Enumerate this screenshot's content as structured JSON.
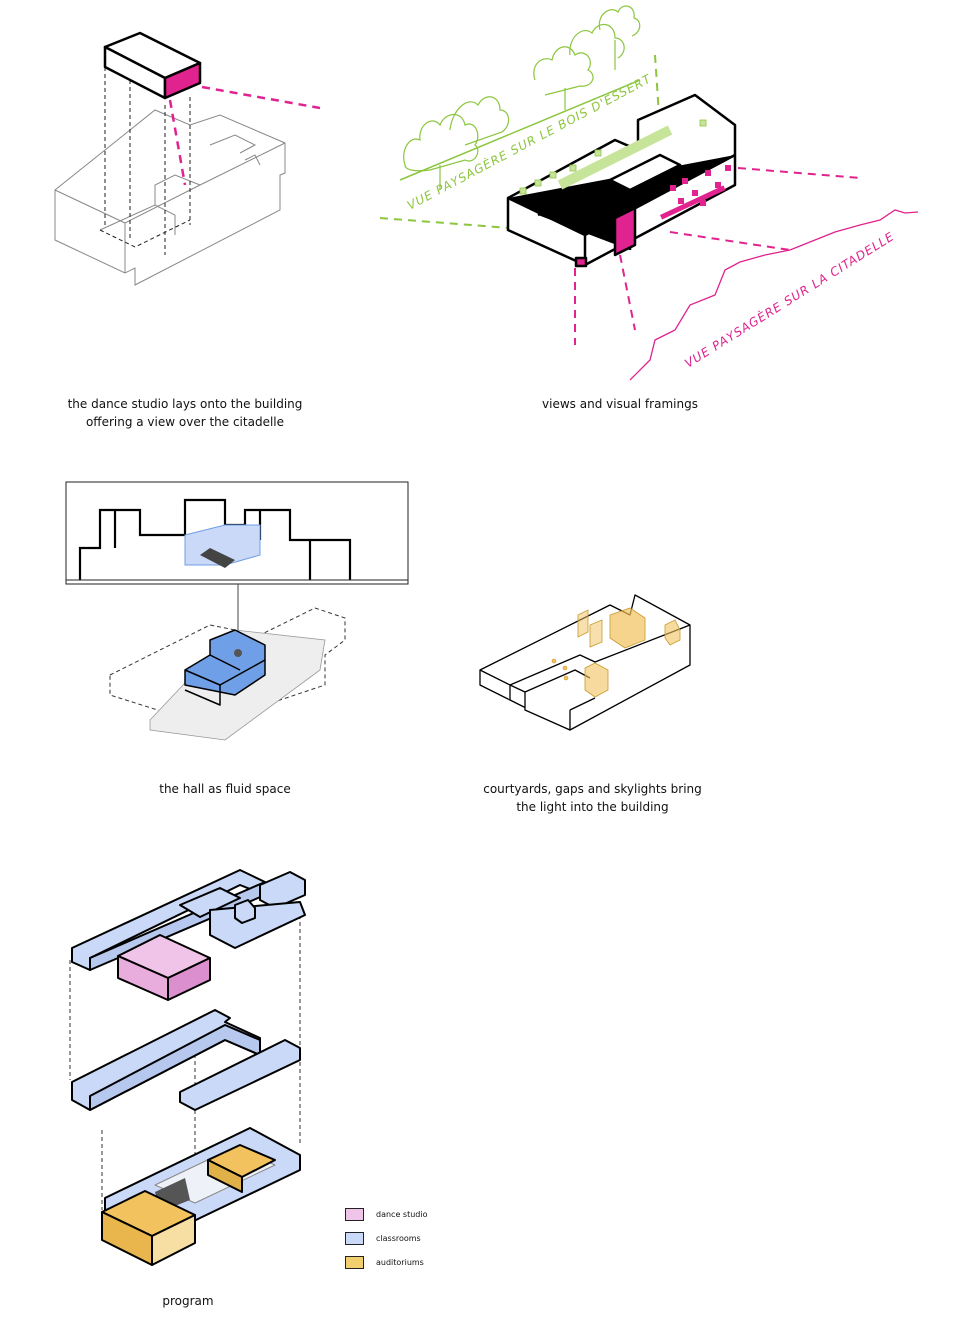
{
  "captions": {
    "dance_studio": [
      "the dance studio lays onto the building",
      "offering a view over the citadelle"
    ],
    "views": [
      "views and visual framings"
    ],
    "hall": [
      "the hall as fluid space"
    ],
    "courtyards": [
      "courtyards, gaps and skylights bring",
      "the light into the building"
    ],
    "program": [
      "program"
    ]
  },
  "labels": {
    "view_bois": "VUE PAYSAGÈRE SUR LE BOIS D'ESSERT",
    "view_citadelle": "VUE PAYSAGÈRE SUR LA CITADELLE"
  },
  "legend": [
    {
      "label": "dance studio",
      "color": "#f0c4e8"
    },
    {
      "label": "classrooms",
      "color": "#c9d9f7"
    },
    {
      "label": "auditoriums",
      "color": "#f2cf6e"
    }
  ],
  "colors": {
    "magenta": "#e0238f",
    "green": "#8cc63f",
    "blue": "#6f9fe6",
    "yellow": "#f2c25e"
  }
}
